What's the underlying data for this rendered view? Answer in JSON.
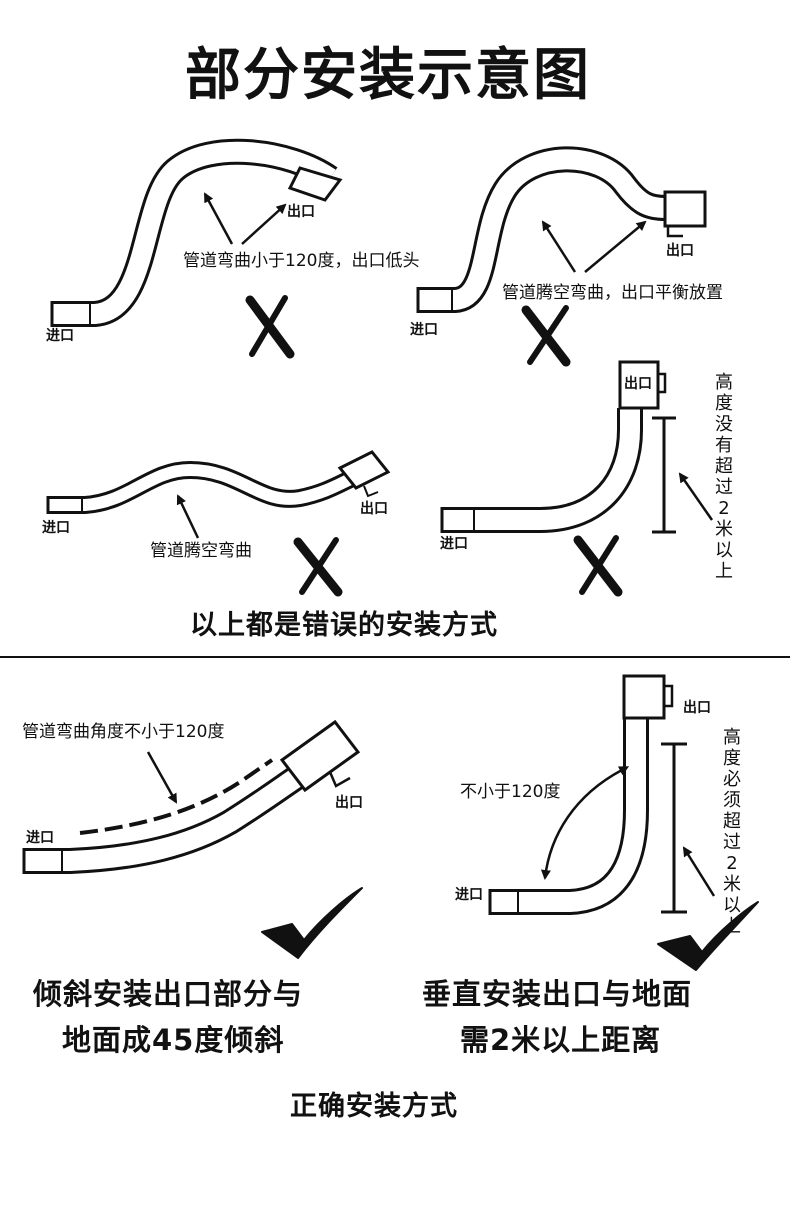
{
  "title": "部分安装示意图",
  "wrong": {
    "panel1": {
      "caption": "管道弯曲小于120度，出口低头",
      "inlet": "进口",
      "outlet": "出口",
      "mark": "X"
    },
    "panel2": {
      "caption": "管道腾空弯曲，出口平衡放置",
      "inlet": "进口",
      "outlet": "出口",
      "mark": "X"
    },
    "panel3": {
      "caption": "管道腾空弯曲",
      "inlet": "进口",
      "outlet": "出口",
      "mark": "X"
    },
    "panel4": {
      "height_note": "高度没有超过2米以上",
      "inlet": "进口",
      "outlet": "出口",
      "mark": "X"
    },
    "summary": "以上都是错误的安装方式"
  },
  "right": {
    "panel1": {
      "caption": "管道弯曲角度不小于120度",
      "inlet": "进口",
      "outlet": "出口",
      "description_line1": "倾斜安装出口部分与",
      "description_line2": "地面成45度倾斜"
    },
    "panel2": {
      "caption": "不小于120度",
      "inlet": "进口",
      "outlet": "出口",
      "height_note": "高度必须超过2米以上",
      "description_line1": "垂直安装出口与地面",
      "description_line2": "需2米以上距离"
    },
    "summary": "正确安装方式"
  }
}
